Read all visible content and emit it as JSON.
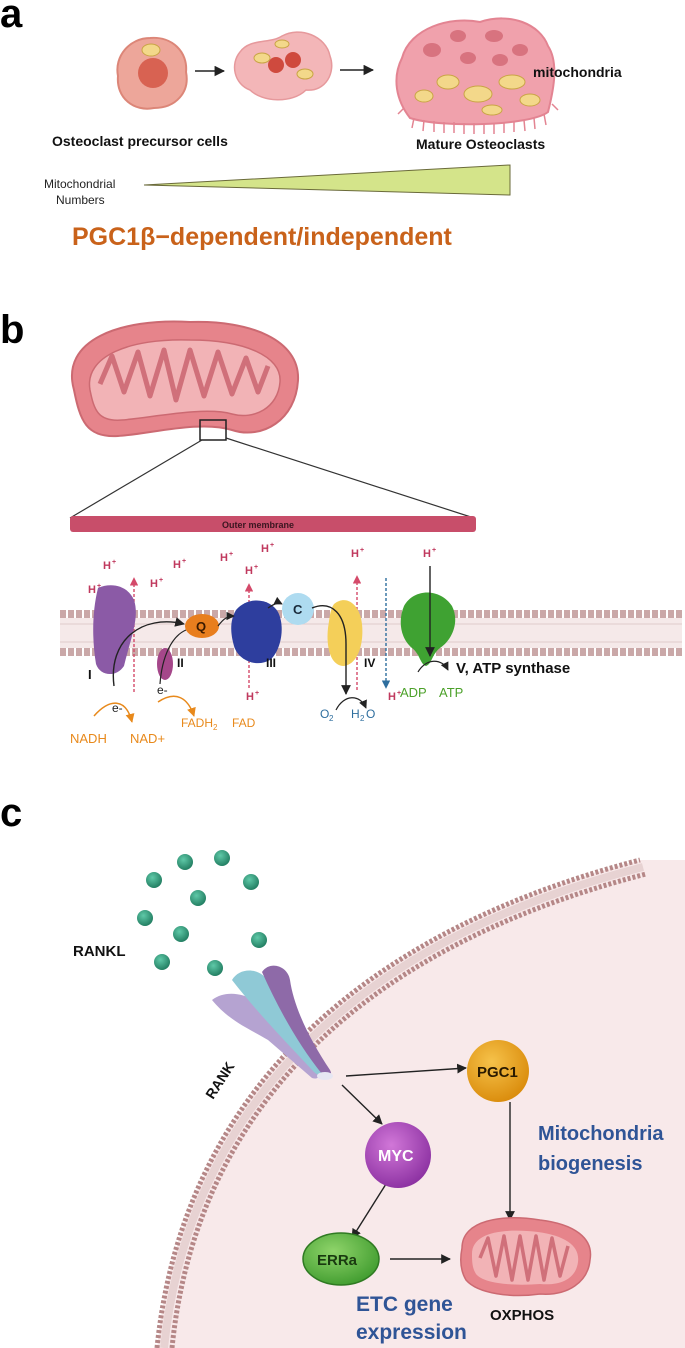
{
  "colors": {
    "accent_orange": "#c9621a",
    "biogenesis_blue": "#2f5496",
    "proton_red": "#c0395e",
    "adp_green": "#4ca12a",
    "nadh_orange": "#e8891b",
    "water_blue": "#2e6e9e",
    "membrane_pink": "#caa8a8",
    "mito_pink": "#e6848b",
    "rankl_teal": "#2e9a7b",
    "wedge_green": "#d4e48a"
  },
  "panel_a": {
    "letter": "a",
    "mitochondria": "mitochondria",
    "precursor": "Osteoclast precursor cells",
    "mature": "Mature Osteoclasts",
    "mito_numbers_1": "Mitochondrial",
    "mito_numbers_2": "Numbers",
    "pgc": "PGC1β−dependent/independent"
  },
  "panel_b": {
    "letter": "b",
    "outer_membrane": "Outer membrane",
    "h": "H",
    "sup": "+",
    "complex_1": "I",
    "complex_2": "II",
    "complex_3": "III",
    "complex_4": "IV",
    "complex_5": "V, ATP synthase",
    "q": "Q",
    "c": "C",
    "e1": "e-",
    "e2": "e-",
    "nadh": "NADH",
    "nadplus": "NAD+",
    "fadh2": "FADH",
    "fadh2_sub": "2",
    "fad": "FAD",
    "o2": "O",
    "o2_sub": "2",
    "h2o_h": "H",
    "h2o_sub": "2",
    "h2o_o": "O",
    "adp": "ADP",
    "atp": "ATP"
  },
  "panel_c": {
    "letter": "c",
    "rankl": "RANKL",
    "rank": "RANK",
    "pgc1": "PGC1",
    "myc": "MYC",
    "erra": "ERRa",
    "biogenesis_1": "Mitochondria",
    "biogenesis_2": "biogenesis",
    "etc_1": "ETC gene",
    "etc_2": "expression",
    "oxphos": "OXPHOS"
  }
}
